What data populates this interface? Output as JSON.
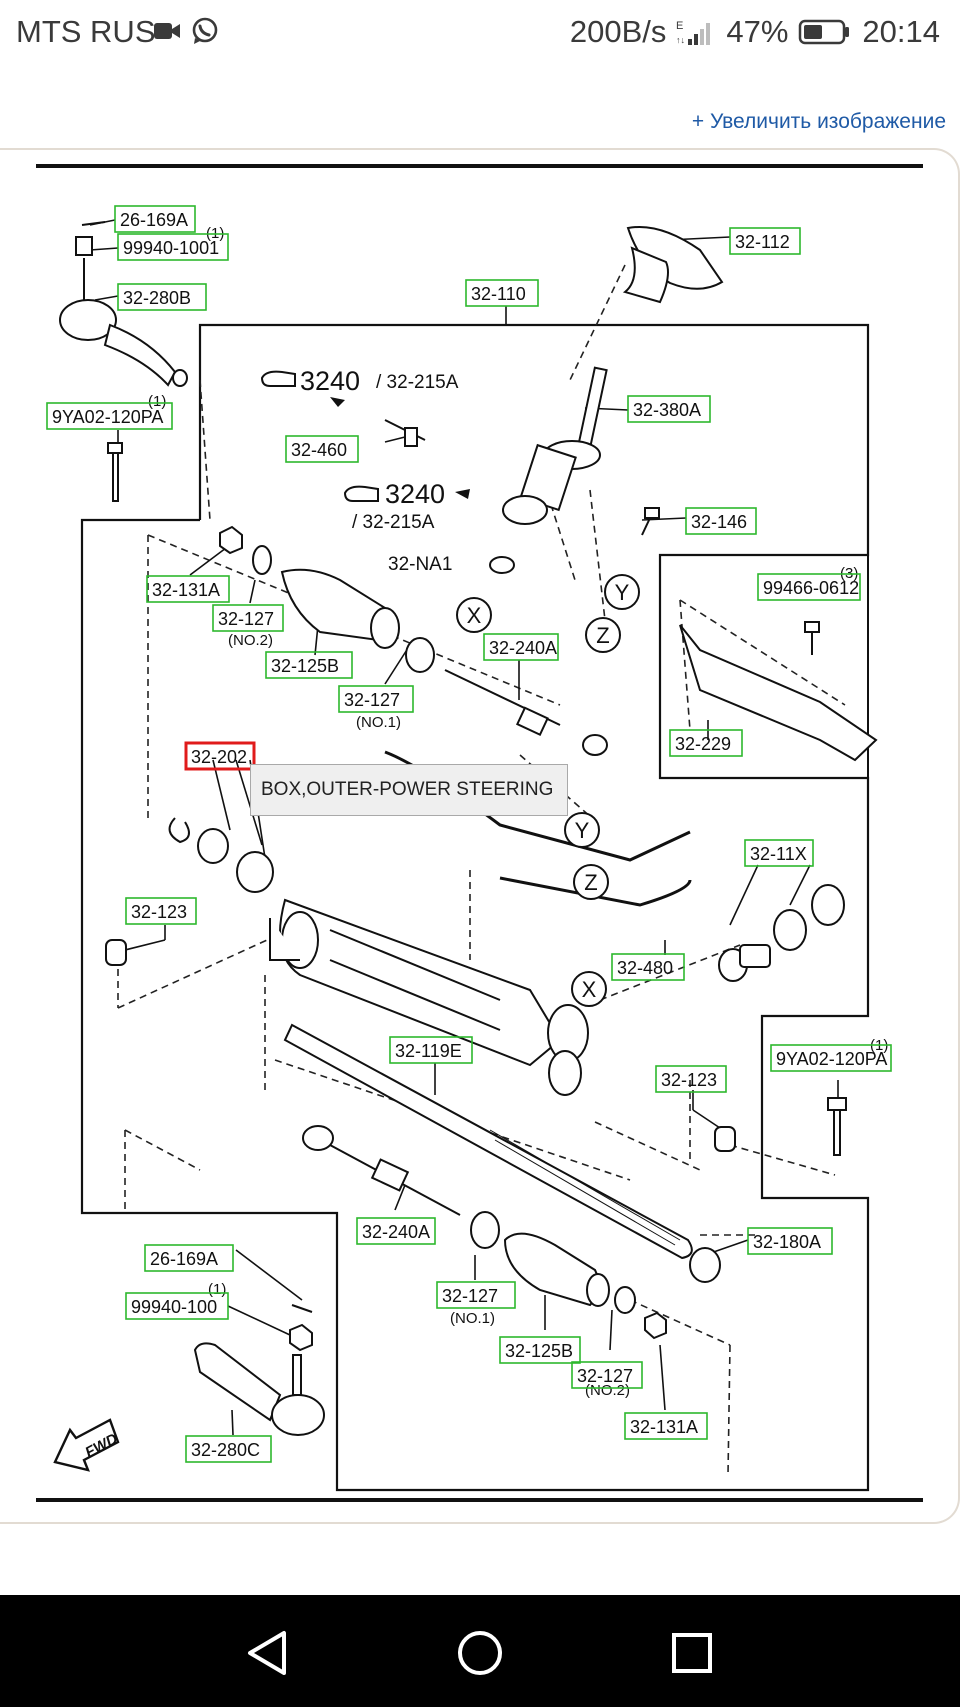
{
  "status_bar": {
    "carrier": "MTS RUS",
    "speed": "200B/s",
    "battery": "47%",
    "time": "20:14",
    "icons": [
      "video-camera-icon",
      "whatsapp-icon",
      "signal-icon",
      "battery-icon"
    ]
  },
  "zoom_link": "+ Увеличить изображение",
  "diagram": {
    "tooltip": "BOX,OUTER-POWER STEERING",
    "fwd": "FWD",
    "refs": [
      {
        "text": "3240",
        "sub": "/ 32-215A"
      },
      {
        "text": "3240",
        "sub": "/ 32-215A"
      }
    ],
    "circle_markers": [
      "X",
      "Y",
      "Z",
      "Y",
      "Z",
      "X"
    ],
    "notes": [
      "(1)",
      "(1)",
      "(3)",
      "(1)",
      "(1)",
      "(NO.2)",
      "(NO.1)",
      "(NO.1)",
      "(NO.2)"
    ],
    "plain_labels": [
      "32-NA1"
    ],
    "part_labels": [
      {
        "text": "26-169A",
        "selected": false
      },
      {
        "text": "99940-1001",
        "selected": false
      },
      {
        "text": "32-280B",
        "selected": false
      },
      {
        "text": "9YA02-120PA",
        "selected": false
      },
      {
        "text": "32-110",
        "selected": false
      },
      {
        "text": "32-112",
        "selected": false
      },
      {
        "text": "32-380A",
        "selected": false
      },
      {
        "text": "32-460",
        "selected": false
      },
      {
        "text": "32-146",
        "selected": false
      },
      {
        "text": "32-131A",
        "selected": false
      },
      {
        "text": "32-127",
        "selected": false
      },
      {
        "text": "32-125B",
        "selected": false
      },
      {
        "text": "32-240A",
        "selected": false
      },
      {
        "text": "32-127",
        "selected": false
      },
      {
        "text": "99466-0612",
        "selected": false
      },
      {
        "text": "32-229",
        "selected": false
      },
      {
        "text": "32-202",
        "selected": true
      },
      {
        "text": "32-11X",
        "selected": false
      },
      {
        "text": "32-123",
        "selected": false
      },
      {
        "text": "32-480",
        "selected": false
      },
      {
        "text": "32-119E",
        "selected": false
      },
      {
        "text": "32-123",
        "selected": false
      },
      {
        "text": "9YA02-120PA",
        "selected": false
      },
      {
        "text": "32-240A",
        "selected": false
      },
      {
        "text": "32-180A",
        "selected": false
      },
      {
        "text": "26-169A",
        "selected": false
      },
      {
        "text": "99940-100",
        "selected": false
      },
      {
        "text": "32-127",
        "selected": false
      },
      {
        "text": "32-125B",
        "selected": false
      },
      {
        "text": "32-127",
        "selected": false
      },
      {
        "text": "32-131A",
        "selected": false
      },
      {
        "text": "32-280C",
        "selected": false
      }
    ]
  },
  "nav_bar": {
    "buttons": [
      "back-icon",
      "home-icon",
      "recents-icon"
    ]
  },
  "colors": {
    "label_green": "#2db82d",
    "selected_red": "#e01b1b",
    "link_blue": "#1f5aa6"
  }
}
